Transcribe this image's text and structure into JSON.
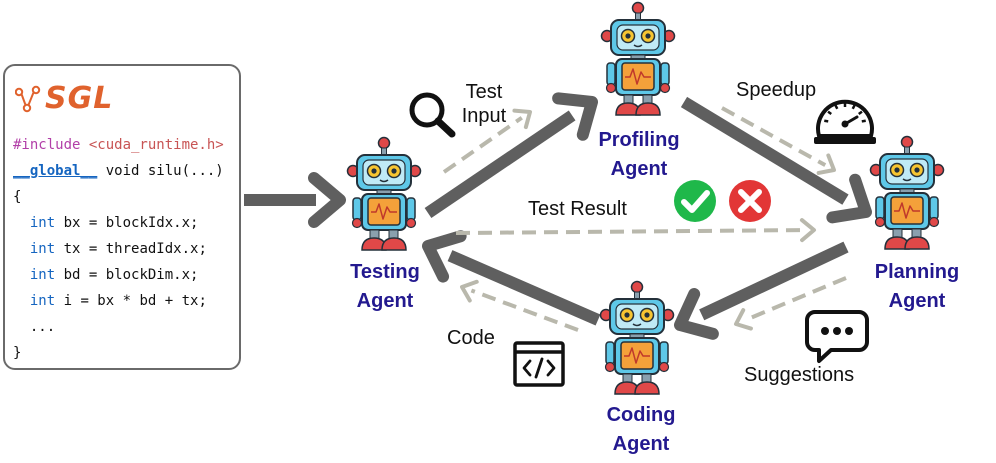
{
  "code_snippet": {
    "logo_text": "SGL",
    "lines": [
      {
        "parts": [
          {
            "t": "#include ",
            "c": "kw-include"
          },
          {
            "t": "<cuda_runtime.h>",
            "c": "kw-header"
          }
        ]
      },
      {
        "parts": [
          {
            "t": "__global__",
            "c": "kw-global"
          },
          {
            "t": " void silu(...)",
            "c": ""
          }
        ]
      },
      {
        "parts": [
          {
            "t": "{",
            "c": ""
          }
        ]
      },
      {
        "parts": [
          {
            "t": "  ",
            "c": ""
          },
          {
            "t": "int",
            "c": "kw-int"
          },
          {
            "t": " bx = blockIdx.x;",
            "c": ""
          }
        ]
      },
      {
        "parts": [
          {
            "t": "  ",
            "c": ""
          },
          {
            "t": "int",
            "c": "kw-int"
          },
          {
            "t": " tx = threadIdx.x;",
            "c": ""
          }
        ]
      },
      {
        "parts": [
          {
            "t": "  ",
            "c": ""
          },
          {
            "t": "int",
            "c": "kw-int"
          },
          {
            "t": " bd = blockDim.x;",
            "c": ""
          }
        ]
      },
      {
        "parts": [
          {
            "t": "  ",
            "c": ""
          },
          {
            "t": "int",
            "c": "kw-int"
          },
          {
            "t": " i = bx * bd + tx;",
            "c": ""
          }
        ]
      },
      {
        "parts": [
          {
            "t": "  ...",
            "c": ""
          }
        ]
      },
      {
        "parts": [
          {
            "t": "}",
            "c": ""
          }
        ]
      }
    ]
  },
  "agents": {
    "testing": {
      "line1": "Testing",
      "line2": "Agent"
    },
    "profiling": {
      "line1": "Profiling",
      "line2": "Agent"
    },
    "planning": {
      "line1": "Planning",
      "line2": "Agent"
    },
    "coding": {
      "line1": "Coding",
      "line2": "Agent"
    }
  },
  "edge_labels": {
    "test_input_1": "Test",
    "test_input_2": "Input",
    "speedup": "Speedup",
    "test_result": "Test Result",
    "code": "Code",
    "suggestions": "Suggestions"
  },
  "colors": {
    "agent_label": "#23198f",
    "main_arrow": "#5f5f5f",
    "dashed_arrow": "#b9b8ac",
    "robot_head": "#5ec8e8",
    "robot_eye": "#f7c531",
    "robot_body": "#f4a13a",
    "robot_antenna": "#e04848",
    "check": "#1fb84a",
    "cross": "#e23636"
  },
  "icons": [
    "magnifier-icon",
    "speedometer-icon",
    "check-icon",
    "cross-icon",
    "chat-bubble-icon",
    "code-window-icon",
    "robot-icon",
    "sgl-logo-icon"
  ]
}
